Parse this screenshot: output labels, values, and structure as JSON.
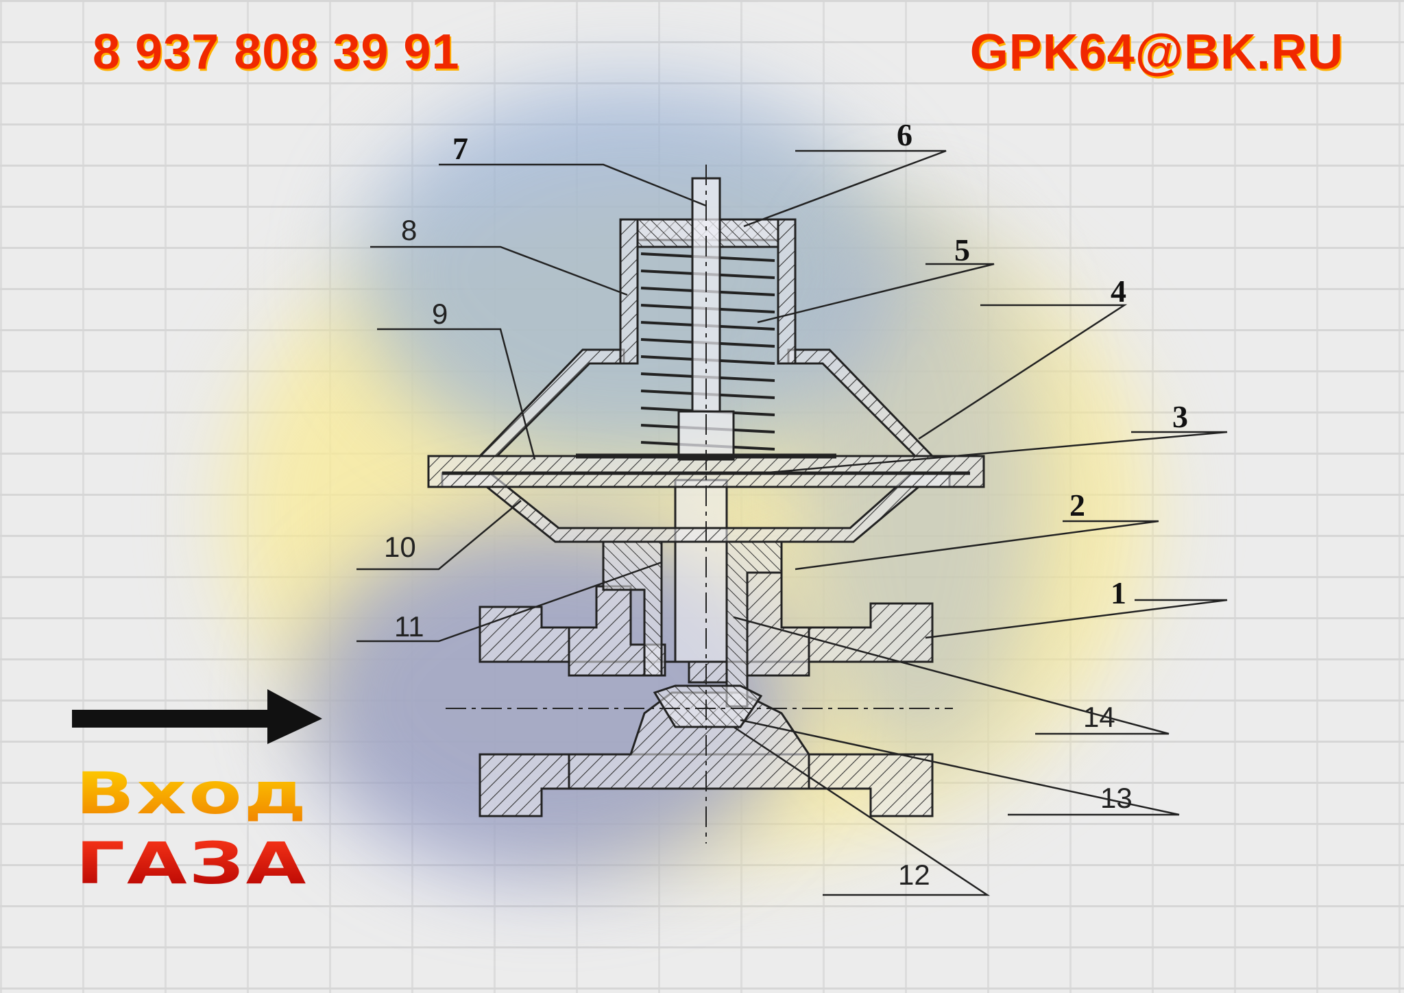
{
  "header": {
    "phone": "8 937 808 39 91",
    "email": "GPK64@BK.RU"
  },
  "inlet_label": {
    "line1": "Вход",
    "line2": "ГАЗА"
  },
  "callouts": [
    "1",
    "2",
    "3",
    "4",
    "5",
    "6",
    "7",
    "8",
    "9",
    "10",
    "11",
    "12",
    "13",
    "14"
  ],
  "colors": {
    "header_text": "#f02800",
    "inlet_line1": "#f4a000",
    "inlet_line2": "#d00000",
    "drawing_ink": "#222222"
  },
  "icons": [
    "inlet-arrow-icon"
  ]
}
